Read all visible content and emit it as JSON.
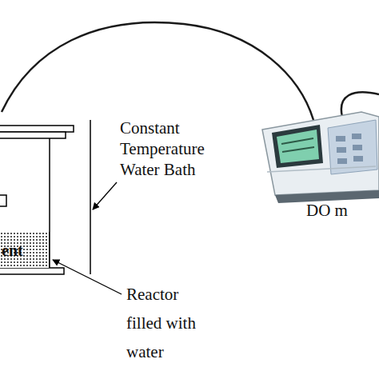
{
  "diagram": {
    "nodes": [
      {
        "text": [
          "ent"
        ]
      }
    ],
    "labels": [
      "Constant Temperature Water Bath",
      "Reactor filled with water",
      "DO m"
    ]
  }
}
